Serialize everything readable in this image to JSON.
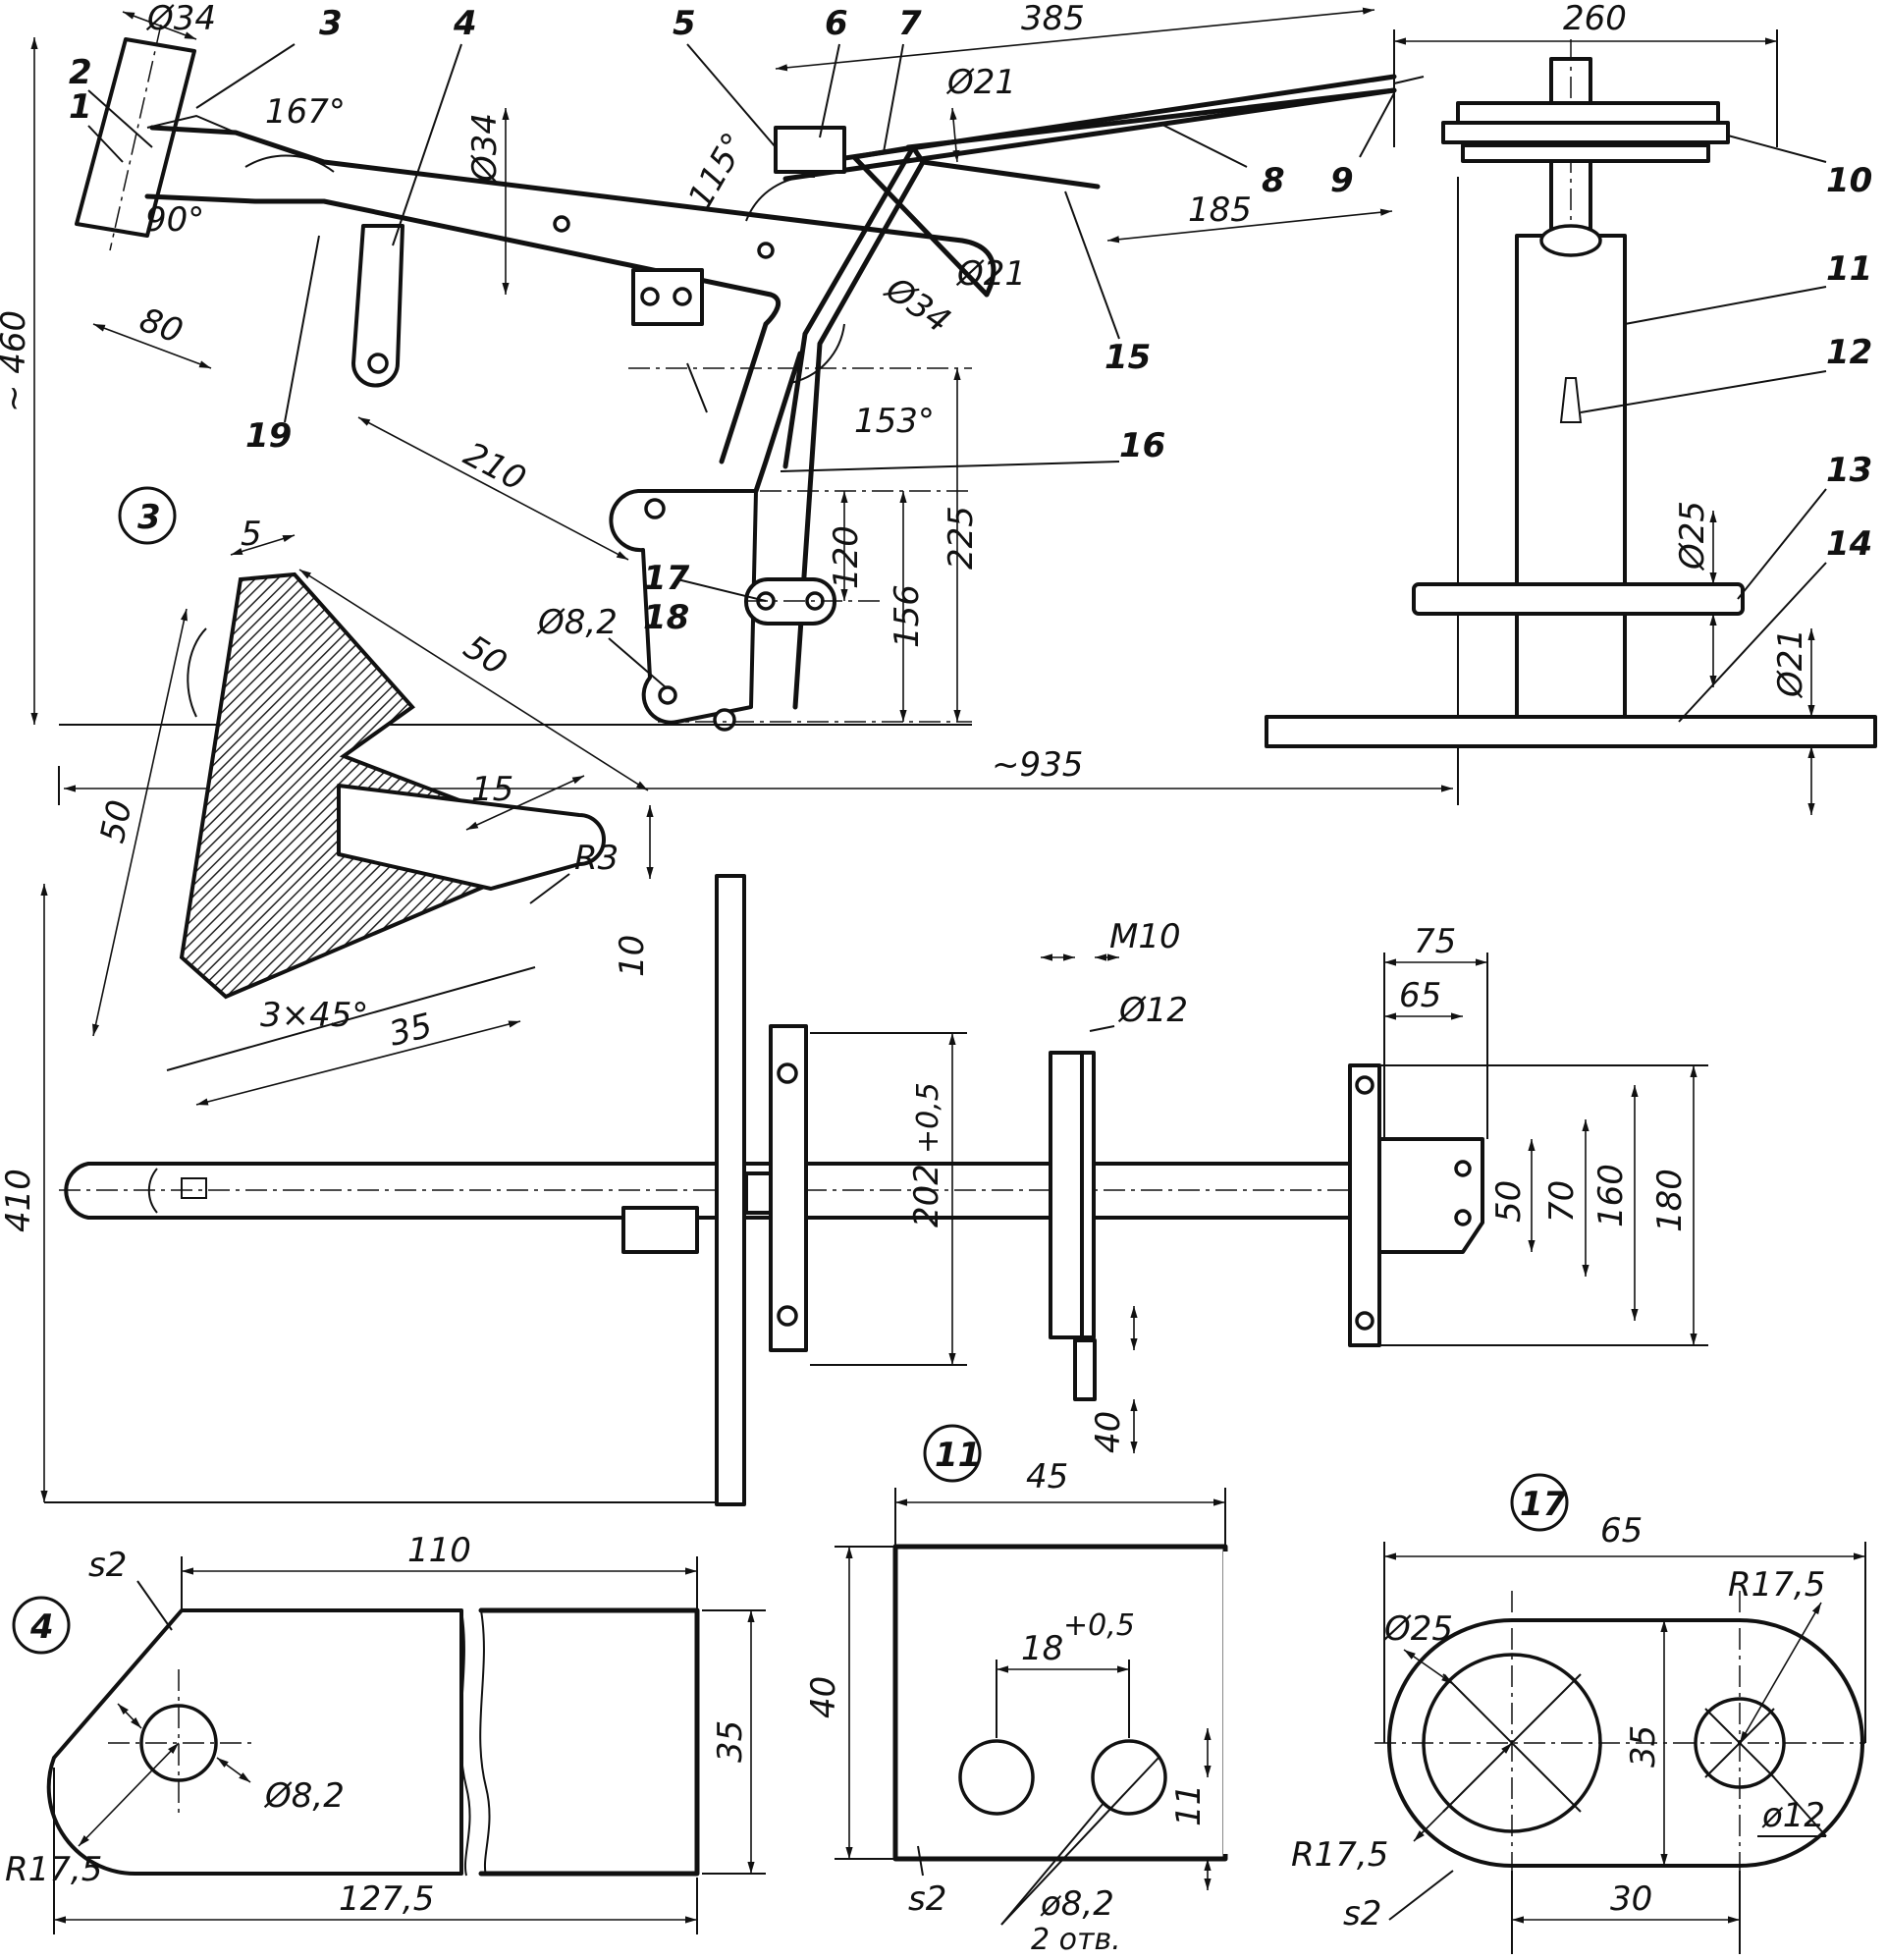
{
  "part_numbers": [
    "1",
    "2",
    "3",
    "4",
    "5",
    "6",
    "7",
    "8",
    "9",
    "10",
    "11",
    "12",
    "13",
    "14",
    "15",
    "16",
    "17",
    "18",
    "19"
  ],
  "detail_markers": {
    "d3": "3",
    "d4": "4",
    "d11": "11",
    "d17": "17"
  },
  "dims_side": {
    "d_phi34_a": "Ø34",
    "d_phi34_b": "Ø34",
    "d_phi34_c": "Ø34",
    "d_167": "167°",
    "d_90": "90°",
    "d_80": "80",
    "d_385": "385",
    "d_phi21_a": "Ø21",
    "d_phi21_b": "Ø21",
    "d_115": "115°",
    "d_185": "185",
    "d_153": "153°",
    "d_210": "210",
    "d_phi8_2": "Ø8,2",
    "d_120": "120",
    "d_156": "156",
    "d_225": "225",
    "d_460": "~ 460",
    "d_935": "~935"
  },
  "dims_front": {
    "d_260": "260",
    "d_phi25": "Ø25",
    "d_phi21": "Ø21"
  },
  "dims_detail3": {
    "d_5": "5",
    "d_50a": "50",
    "d_50b": "50",
    "d_15": "15",
    "d_R3": "R3",
    "d_10": "10",
    "d_3x45": "3×45°",
    "d_35": "35"
  },
  "dims_top": {
    "d_410": "410",
    "d_202": "202",
    "d_202_tol": "+0,5",
    "d_M10": "M10",
    "d_phi12": "Ø12",
    "d_40": "40",
    "d_75": "75",
    "d_65": "65",
    "d_50": "50",
    "d_70": "70",
    "d_160": "160",
    "d_180": "180"
  },
  "dims_detail4": {
    "d_s2": "s2",
    "d_110": "110",
    "d_35": "35",
    "d_phi8_2": "Ø8,2",
    "d_R17_5": "R17,5",
    "d_127_5": "127,5"
  },
  "dims_detail11": {
    "d_45": "45",
    "d_40": "40",
    "d_18": "18",
    "d_18_tol": "+0,5",
    "d_11": "11",
    "d_s2": "s2",
    "d_phi8_2": "ø8,2",
    "d_2holes": "2 отв."
  },
  "dims_detail17": {
    "d_65": "65",
    "d_phi25": "Ø25",
    "d_R17_5a": "R17,5",
    "d_R17_5b": "R17,5",
    "d_35": "35",
    "d_phi12": "ø12",
    "d_s2": "s2",
    "d_30": "30"
  }
}
